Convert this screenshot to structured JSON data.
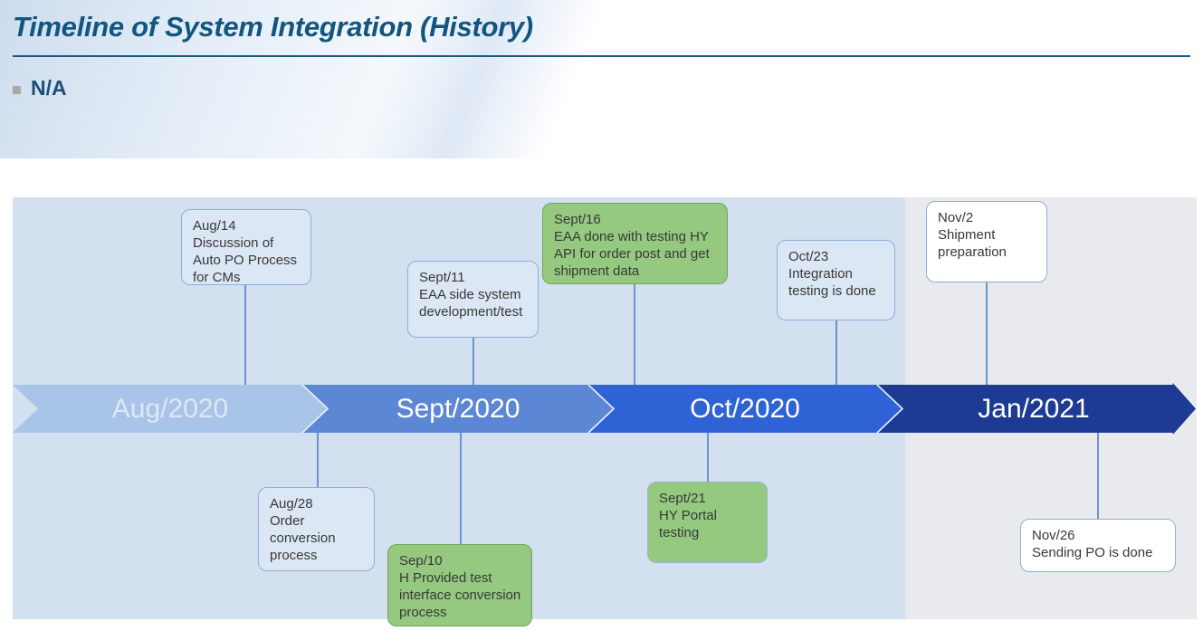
{
  "slide": {
    "title": "Timeline of System Integration (History)",
    "bullet_text": "N/A"
  },
  "timeline": {
    "segments": [
      {
        "label": "Aug/2020"
      },
      {
        "label": "Sept/2020"
      },
      {
        "label": "Oct/2020"
      },
      {
        "label": "Jan/2021"
      }
    ],
    "events": {
      "aug14": {
        "date": "Aug/14",
        "text": "Discussion of Auto PO Process for CMs"
      },
      "sept11": {
        "date": "Sept/11",
        "text": "EAA side system development/test"
      },
      "sept16": {
        "date": "Sept/16",
        "text": "EAA done with testing HY API for order post and get shipment data"
      },
      "oct23": {
        "date": "Oct/23",
        "text": "Integration testing is done"
      },
      "nov2": {
        "date": "Nov/2",
        "text": "Shipment preparation"
      },
      "aug28": {
        "date": "Aug/28",
        "text": "Order conversion process"
      },
      "sep10": {
        "date": "Sep/10",
        "text": "H Provided test interface conversion process"
      },
      "sept21": {
        "date": "Sept/21",
        "text": "HY Portal testing"
      },
      "nov26": {
        "date": "Nov/26",
        "text": "Sending PO is done"
      }
    }
  },
  "colors": {
    "title": "#11567E",
    "rule": "#19597D",
    "bullet_square": "#A9A9A9",
    "na_text": "#1E4E77",
    "bg_left": "#D3E0EF",
    "bg_right": "#E9EAED",
    "seg_aug": "#A9C4E9",
    "seg_sept": "#5C87D4",
    "seg_oct": "#2F63D5",
    "seg_jan": "#1E3B94",
    "seg_aug_text": "#DCE8F6",
    "seg_text": "#FFFFFF",
    "tip_outline": "#EAF0F8",
    "callout_blue_fill": "#DCE7F5",
    "callout_blue_border": "#8FAEDA",
    "callout_green_fill": "#94C97F",
    "callout_green_border": "#74A65F",
    "callout_green_alt_border": "#98B4D4",
    "callout_white_fill": "#FFFFFF",
    "callout_white_border": "#8FAEDA",
    "connector": "#6B93CF",
    "box_text": "#383838"
  }
}
